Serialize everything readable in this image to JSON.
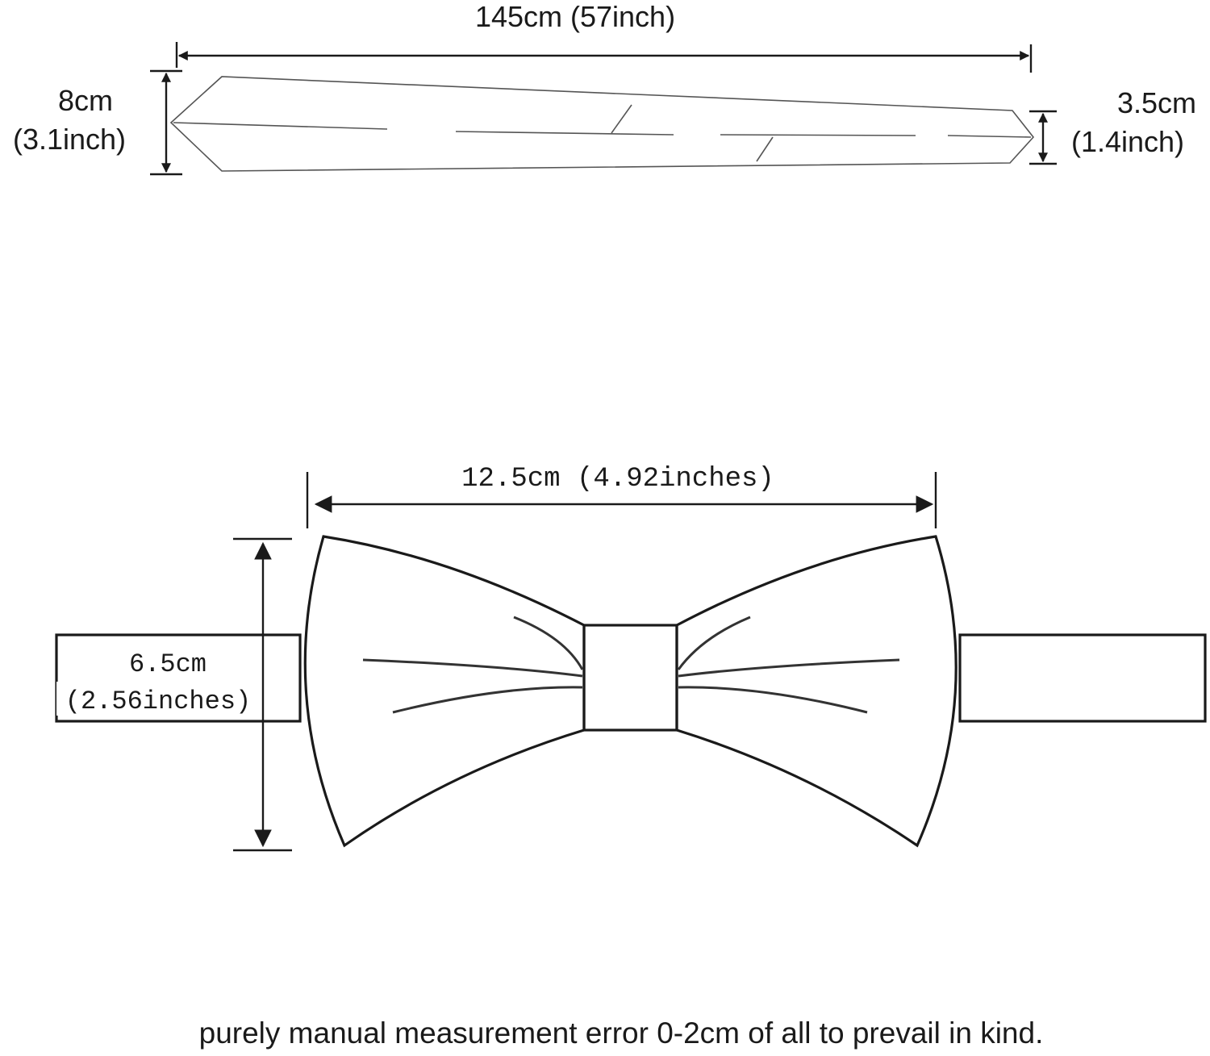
{
  "tie": {
    "length_label": "145cm (57inch)",
    "wide_end_cm": "8cm",
    "wide_end_inch": "(3.1inch)",
    "narrow_end_cm": "3.5cm",
    "narrow_end_inch": "(1.4inch)"
  },
  "bowtie": {
    "width_label": "12.5cm (4.92inches)",
    "height_cm": "6.5cm",
    "height_inch": "(2.56inches)"
  },
  "footer": {
    "note": "purely manual measurement error 0-2cm of all to prevail in kind."
  },
  "colors": {
    "line": "#1a1a1a",
    "outline_thin": "#555555",
    "background": "#ffffff"
  }
}
